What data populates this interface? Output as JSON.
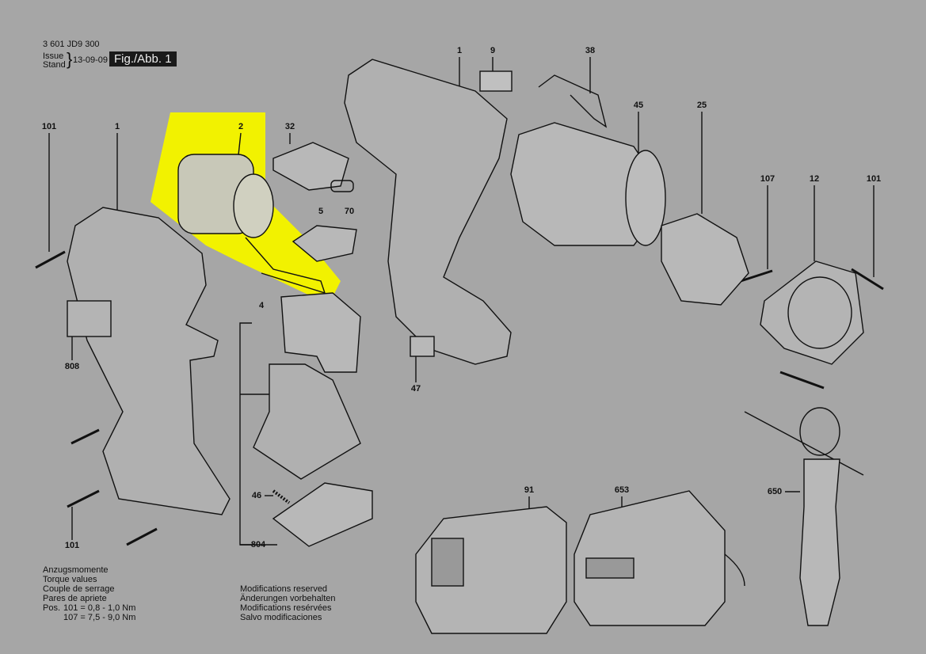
{
  "header": {
    "part_number": "3 601 JD9 300",
    "issue_label_1": "Issue",
    "issue_label_2": "Stand",
    "issue_date": "13-09-09",
    "figure_label": "Fig./Abb. 1"
  },
  "torque_notes": {
    "lines": [
      "Anzugsmomente",
      "Torque values",
      "Couple de serrage",
      "Pares de apriete"
    ],
    "pos_label": "Pos.",
    "values": [
      "101 =  0,8 - 1,0 Nm",
      "107 =  7,5 - 9,0 Nm"
    ]
  },
  "modifications": [
    "Modifications reserved",
    "Änderungen vorbehalten",
    "Modifications resérvées",
    "Salvo modificaciones"
  ],
  "part_labels": [
    "101",
    "1",
    "2",
    "32",
    "5",
    "70",
    "4",
    "808",
    "46",
    "804",
    "101",
    "1",
    "9",
    "38",
    "45",
    "25",
    "107",
    "12",
    "101",
    "47",
    "91",
    "653",
    "650"
  ],
  "colors": {
    "background": "#a6a6a6",
    "highlight": "#f2f200",
    "line": "#111111"
  }
}
